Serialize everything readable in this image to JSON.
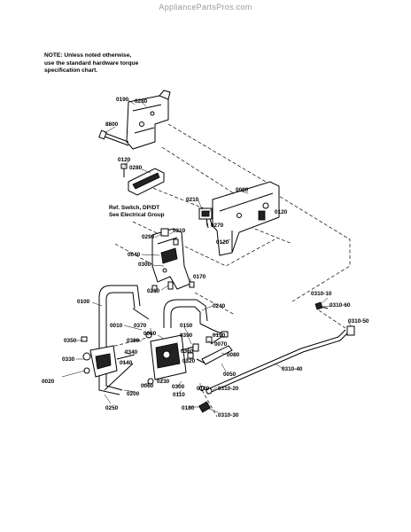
{
  "watermark": "AppliancePartsPros.com",
  "note": {
    "line1": "NOTE: Unless noted otherwise,",
    "line2": "use the standard hardware torque",
    "line3": "specification chart."
  },
  "reference": {
    "line1": "Ref. Switch, DP/DT",
    "line2": "See Electrical Group"
  },
  "callouts": [
    "0190",
    "0280",
    "8800",
    "0120",
    "0280",
    "0090",
    "0210",
    "0120",
    "0270",
    "0120",
    "0290",
    "0310",
    "0040",
    "0300",
    "0170",
    "0210",
    "0240",
    "0310-10",
    "0310-60",
    "0100",
    "0010",
    "0370",
    "0080",
    "0150",
    "0190",
    "0310-50",
    "0350",
    "0380",
    "0070",
    "0390",
    "0330",
    "0340",
    "0360",
    "0080",
    "0020",
    "0140",
    "0320",
    "0050",
    "0230",
    "0310-40",
    "0060",
    "0300",
    "0100",
    "0200",
    "0110",
    "0310-20",
    "0250",
    "0180",
    "0310-30"
  ]
}
